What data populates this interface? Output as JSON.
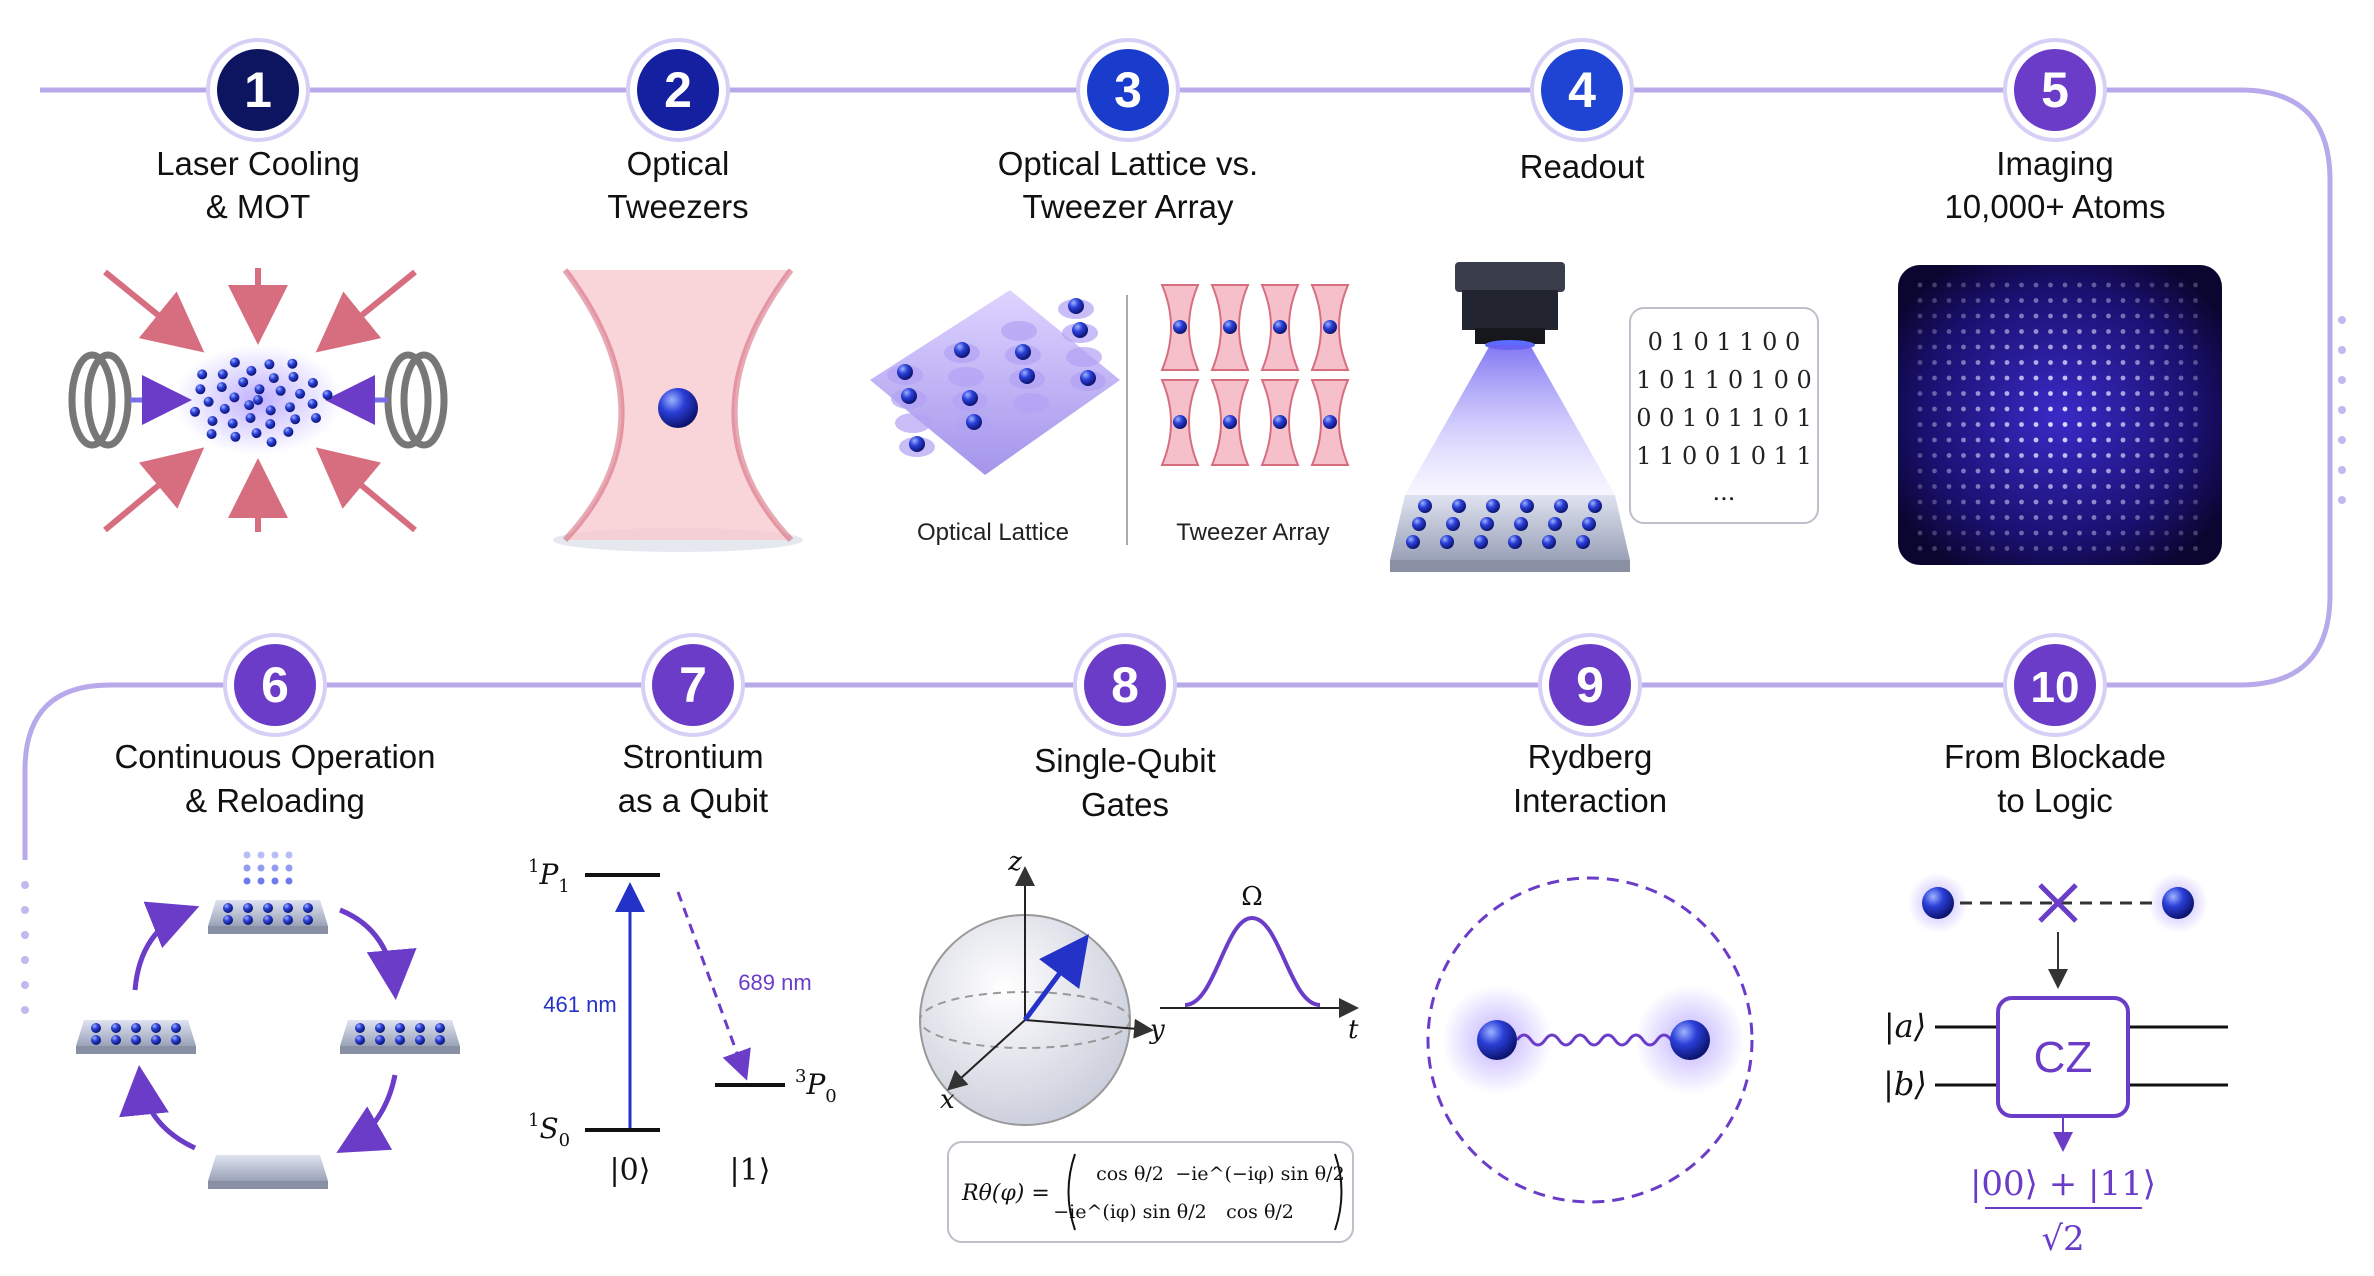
{
  "steps": [
    {
      "number": "1",
      "title": [
        "Laser Cooling",
        "& MOT"
      ]
    },
    {
      "number": "2",
      "title": [
        "Optical",
        "Tweezers"
      ]
    },
    {
      "number": "3",
      "title": [
        "Optical Lattice vs.",
        "Tweezer Array"
      ]
    },
    {
      "number": "4",
      "title": [
        "Readout"
      ]
    },
    {
      "number": "5",
      "title": [
        "Imaging",
        "10,000+ Atoms"
      ]
    },
    {
      "number": "6",
      "title": [
        "Continuous Operation",
        "& Reloading"
      ]
    },
    {
      "number": "7",
      "title": [
        "Strontium",
        "as a Qubit"
      ]
    },
    {
      "number": "8",
      "title": [
        "Single-Qubit",
        "Gates"
      ]
    },
    {
      "number": "9",
      "title": [
        "Rydberg",
        "Interaction"
      ]
    },
    {
      "number": "10",
      "title": [
        "From Blockade",
        "to Logic"
      ]
    }
  ],
  "colors": {
    "step_1": "#0d1560",
    "step_2": "#1520a0",
    "step_3": "#1a3ccc",
    "step_4": "#1f44d4",
    "step_5": "#6a3cc8",
    "step_6": "#6a3cc8",
    "step_7": "#6a3cc8",
    "step_8": "#6a3cc8",
    "step_9": "#6a3cc8",
    "step_10": "#6a3cc8",
    "timeline": "#b7a9ea",
    "laser": "#d0556a",
    "atom": "#2b3fd8"
  },
  "lattice": {
    "left_label": "Optical Lattice",
    "right_label": "Tweezer Array"
  },
  "readout": {
    "bits": [
      "0 1 0 1 1 0 0",
      "1 0 1 1 0 1 0 0",
      "0 0 1 0 1 1 0 1",
      "1 1 0 0 1 0 1 1"
    ],
    "ellipsis": "..."
  },
  "qubit": {
    "upper_level": "1P1",
    "lower_level": "1S0",
    "side_level": "3P0",
    "blue_transition": "461 nm",
    "red_transition": "689 nm",
    "ket0": "|0⟩",
    "ket1": "|1⟩"
  },
  "gates": {
    "axis_z": "z",
    "axis_y": "y",
    "axis_x": "x",
    "pulse_label": "Ω",
    "time_axis": "t",
    "formula_lhs": "Rθ(φ) =",
    "matrix": [
      "cos θ/2",
      "−ie^(−iφ) sin θ/2",
      "−ie^(iφ) sin θ/2",
      "cos θ/2"
    ]
  },
  "logic": {
    "input_a": "|a⟩",
    "input_b": "|b⟩",
    "gate": "CZ",
    "output_num": "|00⟩ + |11⟩",
    "output_den": "√2"
  }
}
